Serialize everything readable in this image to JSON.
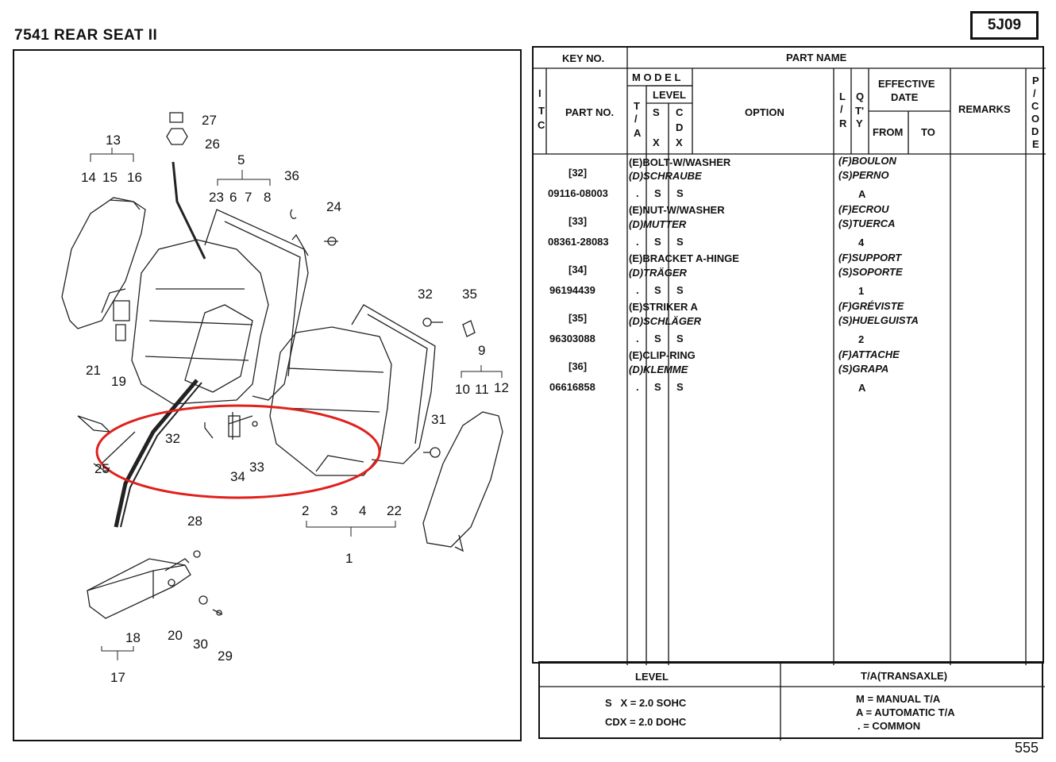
{
  "header": {
    "title": "7541 REAR SEAT II",
    "code": "5J09"
  },
  "diagram": {
    "callouts": {
      "c1": "1",
      "c2": "2",
      "c3": "3",
      "c4": "4",
      "c5": "5",
      "c6": "6",
      "c7": "7",
      "c8": "8",
      "c9": "9",
      "c10": "10",
      "c11": "11",
      "c12": "12",
      "c13": "13",
      "c14": "14",
      "c15": "15",
      "c16": "16",
      "c17": "17",
      "c18": "18",
      "c19": "19",
      "c20": "20",
      "c21": "21",
      "c22": "22",
      "c23": "23",
      "c24": "24",
      "c25": "25",
      "c26": "26",
      "c27": "27",
      "c28": "28",
      "c29": "29",
      "c30": "30",
      "c31": "31",
      "c32a": "32",
      "c32b": "32",
      "c33": "33",
      "c34": "34",
      "c35": "35",
      "c36": "36"
    },
    "highlight_color": "#e0201b"
  },
  "table": {
    "headers": {
      "key_no": "KEY NO.",
      "part_name": "PART NAME",
      "itc": [
        "I",
        "T",
        "C"
      ],
      "part_no": "PART NO.",
      "model": "M O D E L",
      "level": "LEVEL",
      "ta": [
        "T",
        "/",
        "A"
      ],
      "sx": [
        "S",
        "X"
      ],
      "cdx": [
        "C",
        "D",
        "X"
      ],
      "option": "OPTION",
      "lr": [
        "L",
        "/",
        "R"
      ],
      "qty": [
        "Q",
        "T'",
        "Y"
      ],
      "effective": "EFFECTIVE",
      "date": "DATE",
      "from": "FROM",
      "to": "TO",
      "remarks": "REMARKS",
      "pcode": [
        "P",
        "/",
        "C",
        "O",
        "D",
        "E"
      ]
    },
    "rows": [
      {
        "key": "[32]",
        "part_no": "09116-08003",
        "name_e": "(E)BOLT-W/WASHER",
        "name_d": "(D)SCHRAUBE",
        "name_f": "(F)BOULON",
        "name_s": "(S)PERNO",
        "ta": ".",
        "sx": "S",
        "cdx": "S",
        "qty": "A"
      },
      {
        "key": "[33]",
        "part_no": "08361-28083",
        "name_e": "(E)NUT-W/WASHER",
        "name_d": "(D)MUTTER",
        "name_f": "(F)ECROU",
        "name_s": "(S)TUERCA",
        "ta": ".",
        "sx": "S",
        "cdx": "S",
        "qty": "4"
      },
      {
        "key": "[34]",
        "part_no": "96194439",
        "name_e": "(E)BRACKET A-HINGE",
        "name_d": "(D)TRÄGER",
        "name_f": "(F)SUPPORT",
        "name_s": "(S)SOPORTE",
        "ta": ".",
        "sx": "S",
        "cdx": "S",
        "qty": "1"
      },
      {
        "key": "[35]",
        "part_no": "96303088",
        "name_e": "(E)STRIKER A",
        "name_d": "(D)SCHLÄGER",
        "name_f": "(F)GRÉVISTE",
        "name_s": "(S)HUELGUISTA",
        "ta": ".",
        "sx": "S",
        "cdx": "S",
        "qty": "2"
      },
      {
        "key": "[36]",
        "part_no": "06616858",
        "name_e": "(E)CLIP-RING",
        "name_d": "(D)KLEMME",
        "name_f": "(F)ATTACHE",
        "name_s": "(S)GRAPA",
        "ta": ".",
        "sx": "S",
        "cdx": "S",
        "qty": "A"
      }
    ]
  },
  "legend": {
    "level_header": "LEVEL",
    "ta_header": "T/A(TRANSAXLE)",
    "level_line1": "S   X = 2.0 SOHC",
    "level_line2": "CDX = 2.0 DOHC",
    "ta_line1": "M = MANUAL T/A",
    "ta_line2": "A = AUTOMATIC T/A",
    "ta_line3": ". = COMMON"
  },
  "footer": {
    "page_number": "555"
  }
}
